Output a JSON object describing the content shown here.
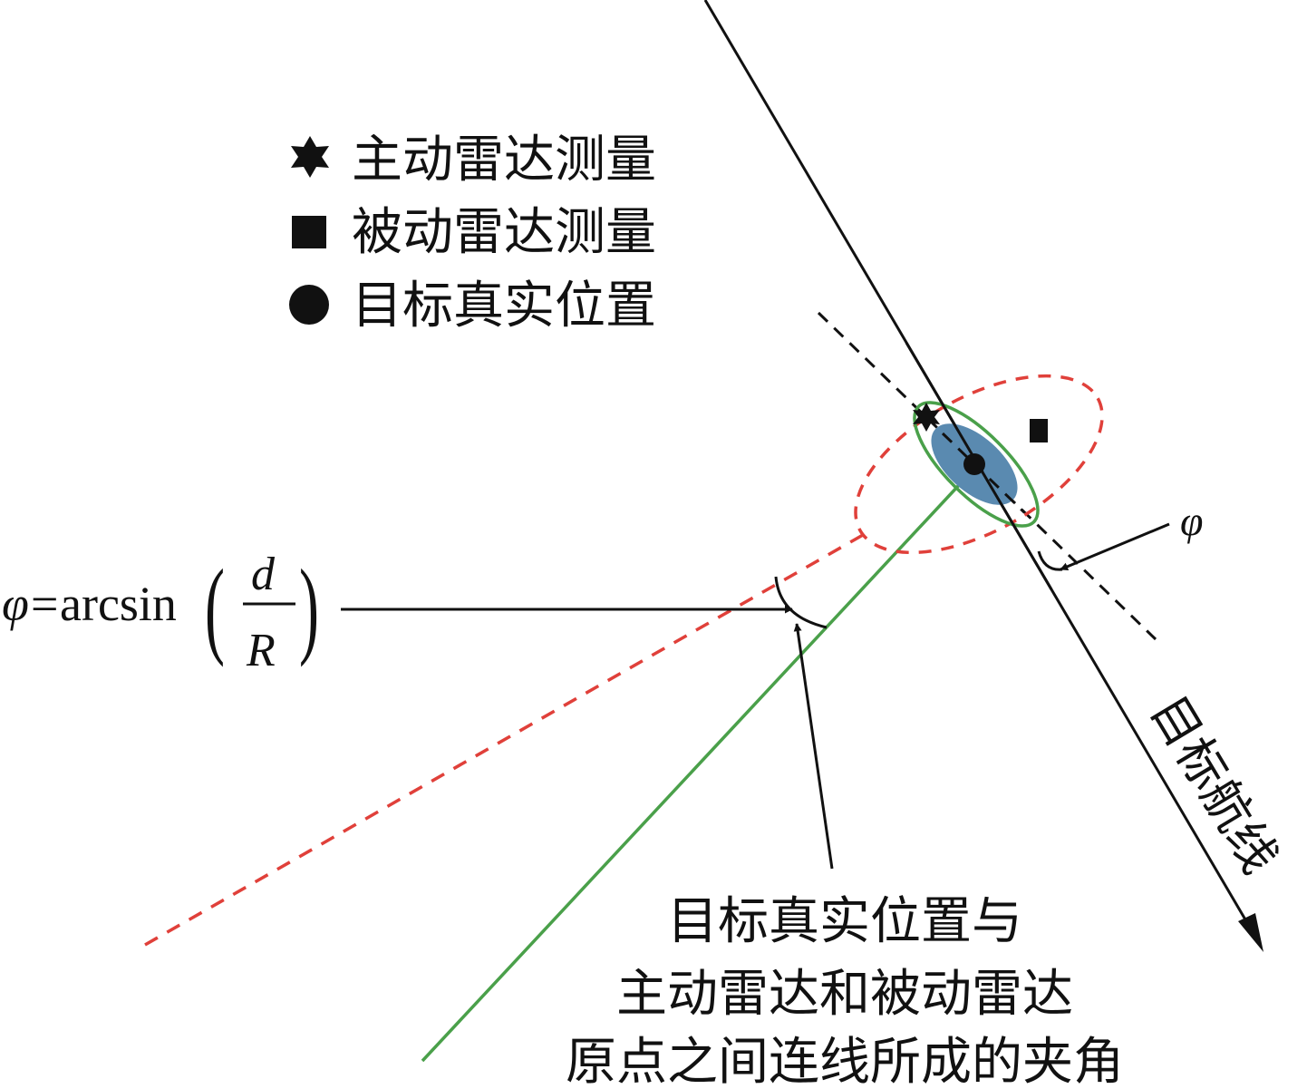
{
  "legend": {
    "items": [
      {
        "marker": "star-icon",
        "label": "主动雷达测量"
      },
      {
        "marker": "square-icon",
        "label": "被动雷达测量"
      },
      {
        "marker": "dot-icon",
        "label": "目标真实位置"
      }
    ]
  },
  "track_label": "目标航线",
  "phi_symbol": "φ",
  "formula": {
    "lhs": "φ",
    "equals": "=",
    "func": "arcsin",
    "numerator": "d",
    "denominator": "R",
    "paren_left": "(",
    "paren_right": ")"
  },
  "angle_caption": {
    "line1": "目标真实位置与",
    "line2": "主动雷达和被动雷达",
    "line3": "原点之间连线所成的夹角"
  },
  "colors": {
    "line": "#111111",
    "active_ellipse": "#4aa04a",
    "passive_ellipse": "#e0403a",
    "fused_ellipse": "#5a8ab0"
  }
}
